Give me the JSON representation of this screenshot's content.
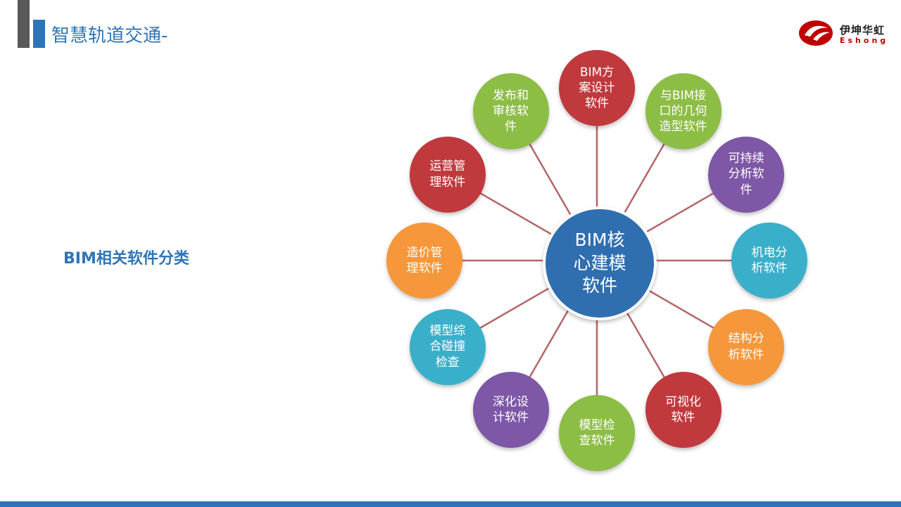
{
  "header": {
    "title": "智慧轨道交通-"
  },
  "logo": {
    "cn": "伊坤华虹",
    "en": "Eshong",
    "color": "#c00000"
  },
  "side_label": "BIM相关软件分类",
  "colors": {
    "accent": "#2e75b6",
    "dark": "#595959",
    "line": "#b4666a"
  },
  "diagram": {
    "center": {
      "label": "BIM核\n心建模\n软件",
      "color": "#2f6fb0"
    },
    "nodes": [
      {
        "label": "BIM方\n案设计\n软件",
        "color": "#c0393d"
      },
      {
        "label": "与BIM接\n口的几何\n造型软件",
        "color": "#8cbd45"
      },
      {
        "label": "可持续\n分析软\n件",
        "color": "#7e57a6"
      },
      {
        "label": "机电分\n析软件",
        "color": "#3aafca"
      },
      {
        "label": "结构分\n析软件",
        "color": "#f5973a"
      },
      {
        "label": "可视化\n软件",
        "color": "#c0393d"
      },
      {
        "label": "模型检\n查软件",
        "color": "#8cbd45"
      },
      {
        "label": "深化设\n计软件",
        "color": "#7e57a6"
      },
      {
        "label": "模型综\n合碰撞\n检查",
        "color": "#3aafca"
      },
      {
        "label": "造价管\n理软件",
        "color": "#f5973a"
      },
      {
        "label": "运营管\n理软件",
        "color": "#c0393d"
      },
      {
        "label": "发布和\n审核软\n件",
        "color": "#8cbd45"
      }
    ]
  }
}
